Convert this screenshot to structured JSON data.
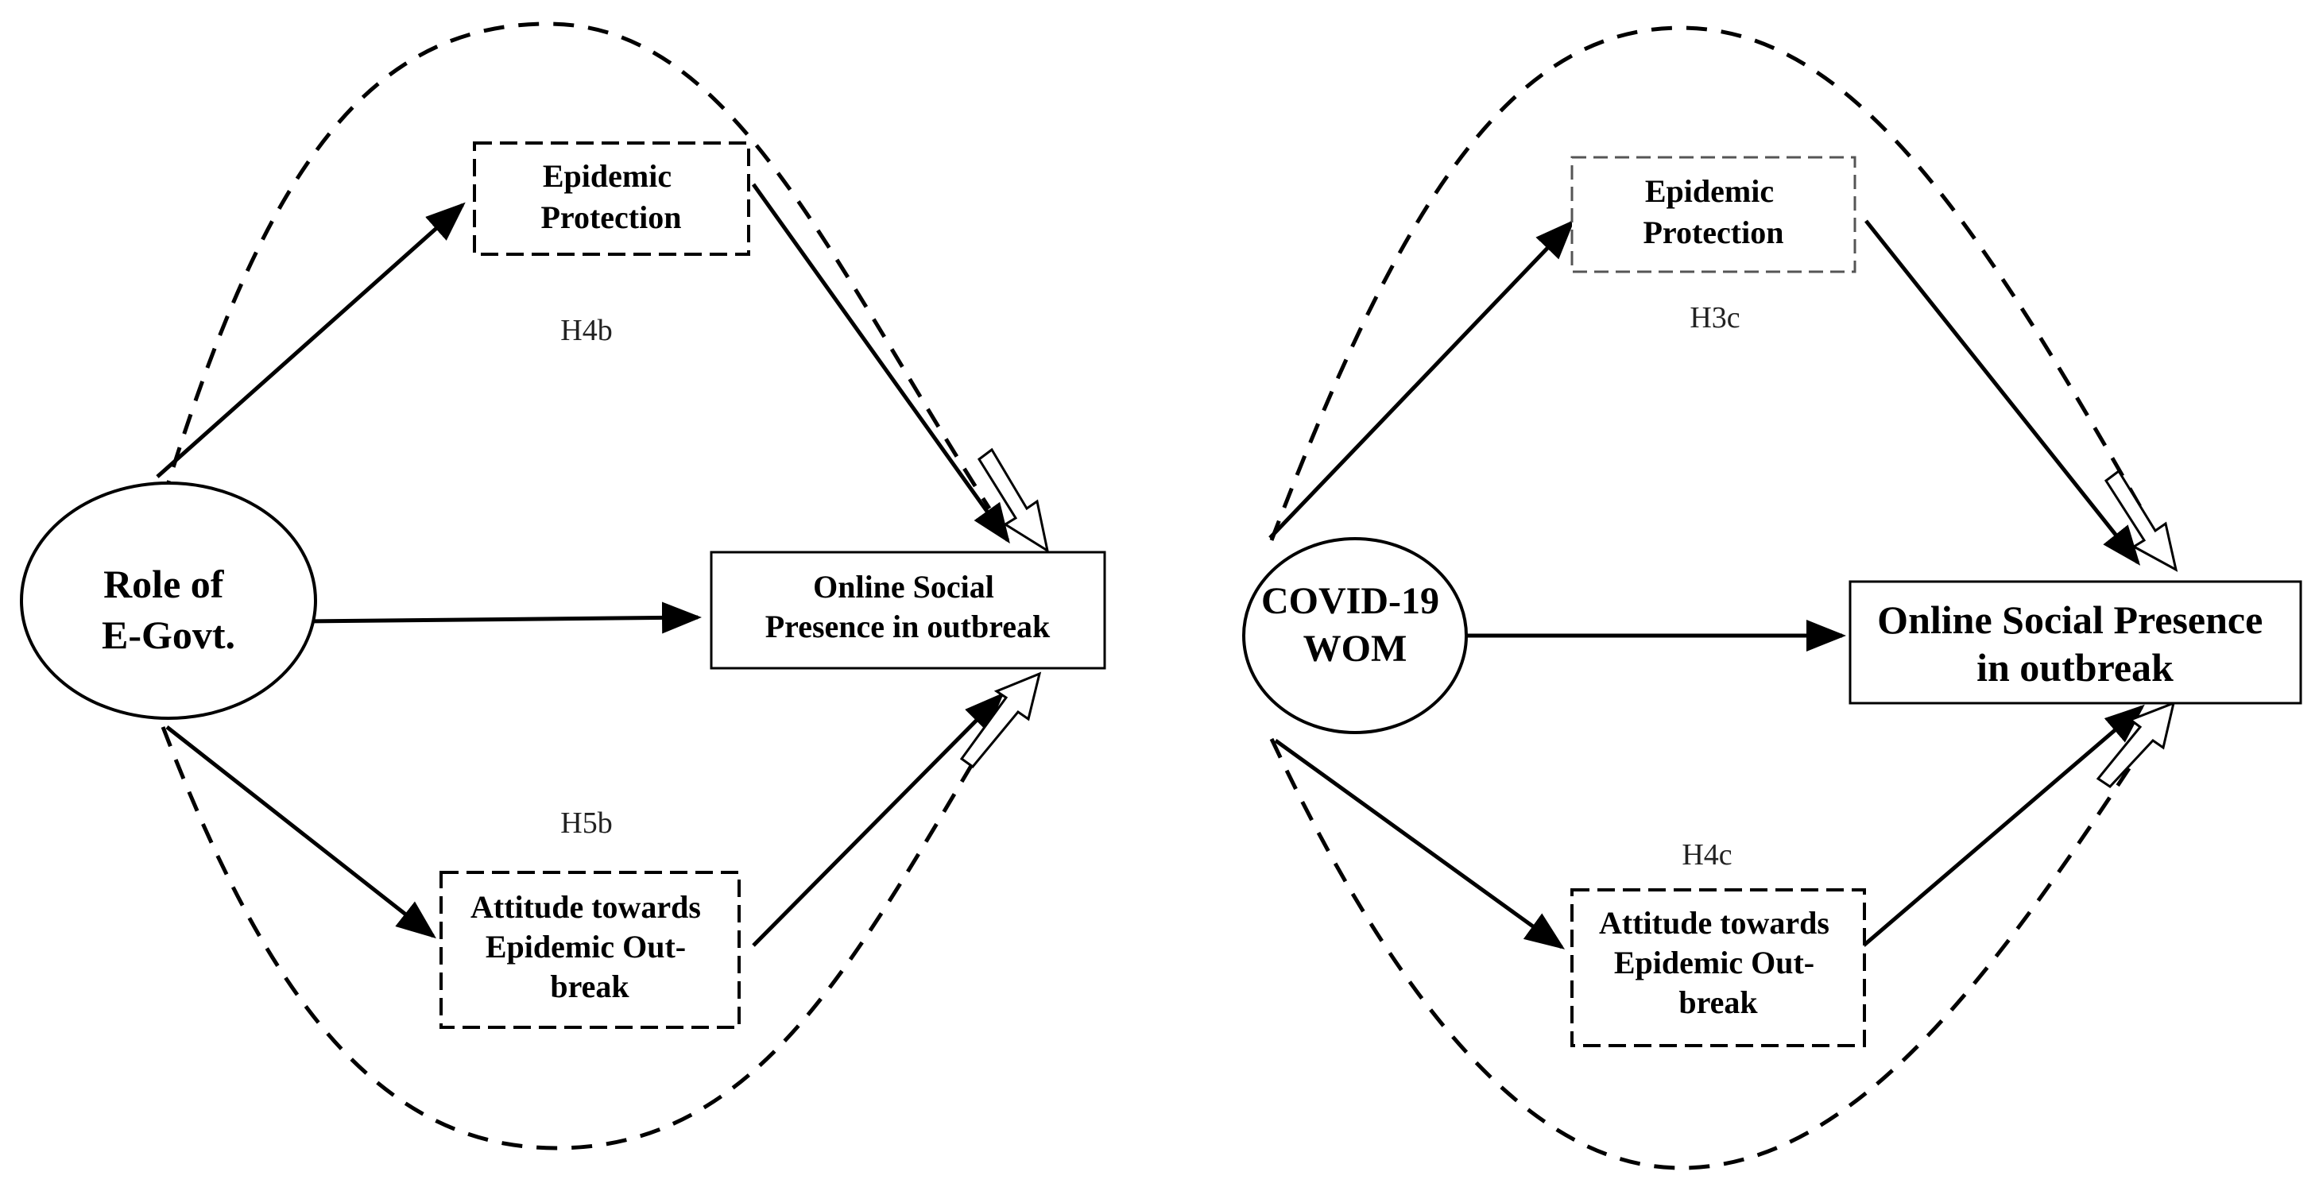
{
  "diagram": {
    "left_model": {
      "source": [
        "Role of",
        "E-Govt."
      ],
      "mediator_top": [
        "Epidemic",
        "Protection"
      ],
      "mediator_bottom": [
        "Attitude towards",
        "Epidemic  Out-",
        "break"
      ],
      "outcome": [
        "Online Social",
        "Presence in outbreak"
      ],
      "hypothesis_top": "H4b",
      "hypothesis_bottom": "H5b"
    },
    "right_model": {
      "source": [
        "COVID-19",
        "WOM"
      ],
      "mediator_top": [
        "Epidemic",
        "Protection"
      ],
      "mediator_bottom": [
        "Attitude towards",
        "Epidemic  Out-",
        "break"
      ],
      "outcome": [
        "Online Social Presence",
        "in outbreak"
      ],
      "hypothesis_top": "H3c",
      "hypothesis_bottom": "H4c"
    }
  }
}
